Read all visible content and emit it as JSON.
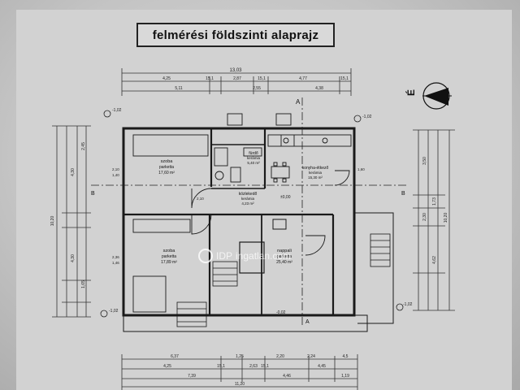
{
  "title": "felmérési földszinti alaprajz",
  "watermark": {
    "brand": "ingatlan.com",
    "prefix": "IDP"
  },
  "rooms": [
    {
      "key": "szoba1",
      "name": "szoba",
      "floor": "parketta",
      "area": "17,60 m²"
    },
    {
      "key": "furdo",
      "name": "fürdő",
      "floor": "kerámia",
      "area": "5,40 m²"
    },
    {
      "key": "konyha",
      "name": "konyha-étkező",
      "floor": "kerámia",
      "area": "15,30 m²"
    },
    {
      "key": "kozlekedo",
      "name": "közlekedő",
      "floor": "kerámia",
      "area": "4,23 m²"
    },
    {
      "key": "szoba2",
      "name": "szoba",
      "floor": "parketta",
      "area": "17,89 m²"
    },
    {
      "key": "nappali",
      "name": "nappali",
      "floor": "parketta",
      "area": "25,40 m²"
    }
  ],
  "dimensions": {
    "top_overall": "13,03",
    "top_row": [
      "4,25",
      "15,1",
      "2,87",
      "15,1",
      "4,77",
      "15,1"
    ],
    "top_row2": [
      "5,11",
      "2,55",
      "4,38"
    ],
    "bottom_row1": [
      "6,37",
      "1,25",
      "2,20",
      "2,24",
      "4,5"
    ],
    "bottom_row2": [
      "4,25",
      "15,1",
      "2,63",
      "15,1",
      "4,45"
    ],
    "bottom_row3": [
      "7,39",
      "4,46",
      "1,19"
    ],
    "bottom_overall": "11,20",
    "left_overall": "10,20",
    "left_row": [
      "4,30",
      "2,45",
      "4,30",
      "1,65"
    ],
    "right_overall": "10,20",
    "right_row": [
      "3,50",
      "1,73",
      "2,30",
      "4,62"
    ],
    "elevations": [
      "-1,02",
      "-1,02",
      "-1,02",
      "-1,02",
      "±0,00",
      "-0,02"
    ],
    "openings": [
      "2,10",
      "1,40",
      "2,36",
      "1,46",
      "2,10",
      "1,60"
    ],
    "section_a": "A",
    "section_b": "B"
  },
  "compass": {
    "label": "É"
  }
}
